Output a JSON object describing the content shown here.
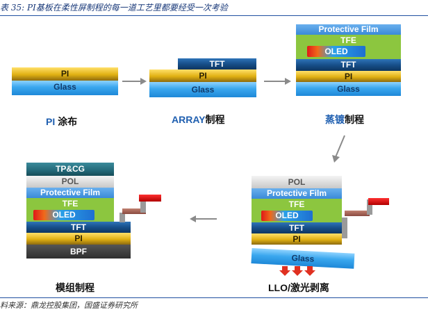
{
  "figure": {
    "title": "表 35: PI基板在柔性屏制程的每一道工艺里都要经受一次考验",
    "source": "料来源：鼎龙控股集团，国盛证券研究所"
  },
  "layers": {
    "glass": "Glass",
    "pi": "PI",
    "tft": "TFT",
    "oled": "OLED",
    "tfe": "TFE",
    "protective_film": "Protective Film",
    "pol": "POL",
    "tpcg": "TP&CG",
    "bpf": "BPF"
  },
  "steps": [
    {
      "caption_hl": "PI",
      "caption_rest": " 涂布"
    },
    {
      "caption_hl": "ARRAY",
      "caption_rest": "制程"
    },
    {
      "caption_hl": "蒸镀",
      "caption_rest": "制程"
    },
    {
      "caption_hl": "",
      "caption_rest": "LLO/激光剥离"
    },
    {
      "caption_hl": "",
      "caption_rest": "模组制程"
    }
  ],
  "colors": {
    "arrow": "#8a8a8a",
    "laser": "#e03020",
    "title": "#1a3a7a",
    "step_caption_accent": "#1f5fb0"
  }
}
